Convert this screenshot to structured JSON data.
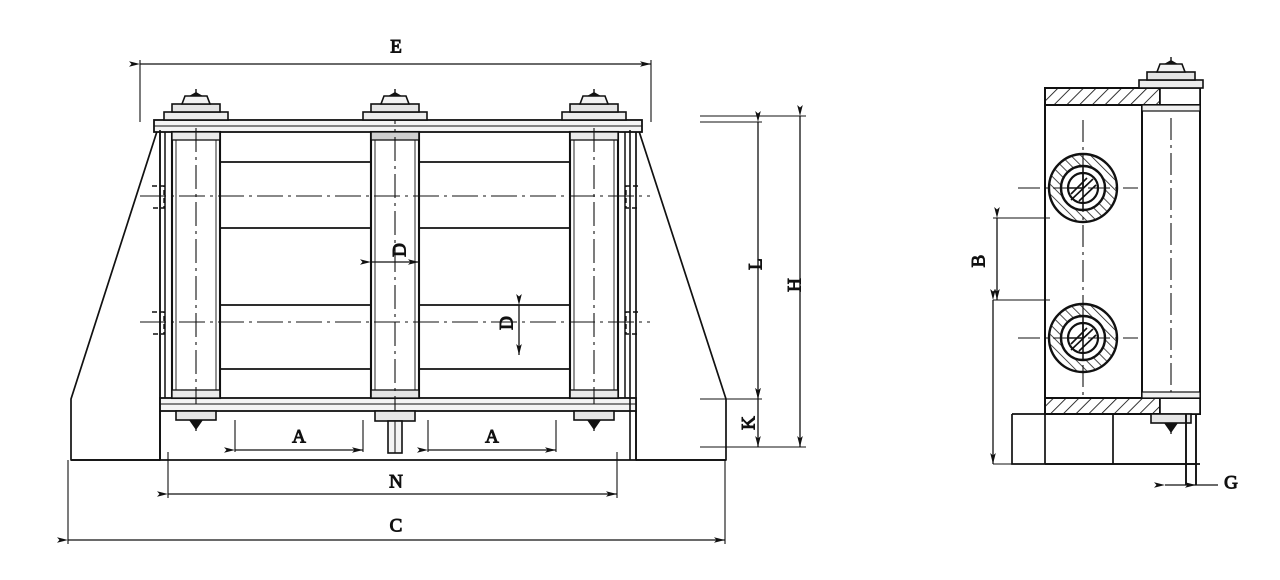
{
  "drawing": {
    "title": "Roller Bracket Assembly Technical Drawing",
    "type": "orthographic-engineering-drawing",
    "line_color": "#1a1a1a",
    "background_color": "#ffffff",
    "views": [
      {
        "name": "front-view",
        "position": "left"
      },
      {
        "name": "side-view",
        "position": "right"
      }
    ]
  },
  "dimensions": {
    "E": "E",
    "A_left": "A",
    "A_right": "A",
    "N": "N",
    "C": "C",
    "L": "L",
    "H": "H",
    "K": "K",
    "D_horizontal": "D",
    "D_vertical": "D",
    "B": "B",
    "G": "G"
  },
  "front_view": {
    "roller_count": 3,
    "top_bolt_count": 3,
    "bottom_bolt_count": 3,
    "has_tapered_side_supports": true
  },
  "side_view": {
    "bearing_count": 2,
    "bearing_style": "hatched-annulus",
    "top_plate_hatched": true,
    "bottom_plate_hatched": true,
    "bolt_count": 2
  }
}
